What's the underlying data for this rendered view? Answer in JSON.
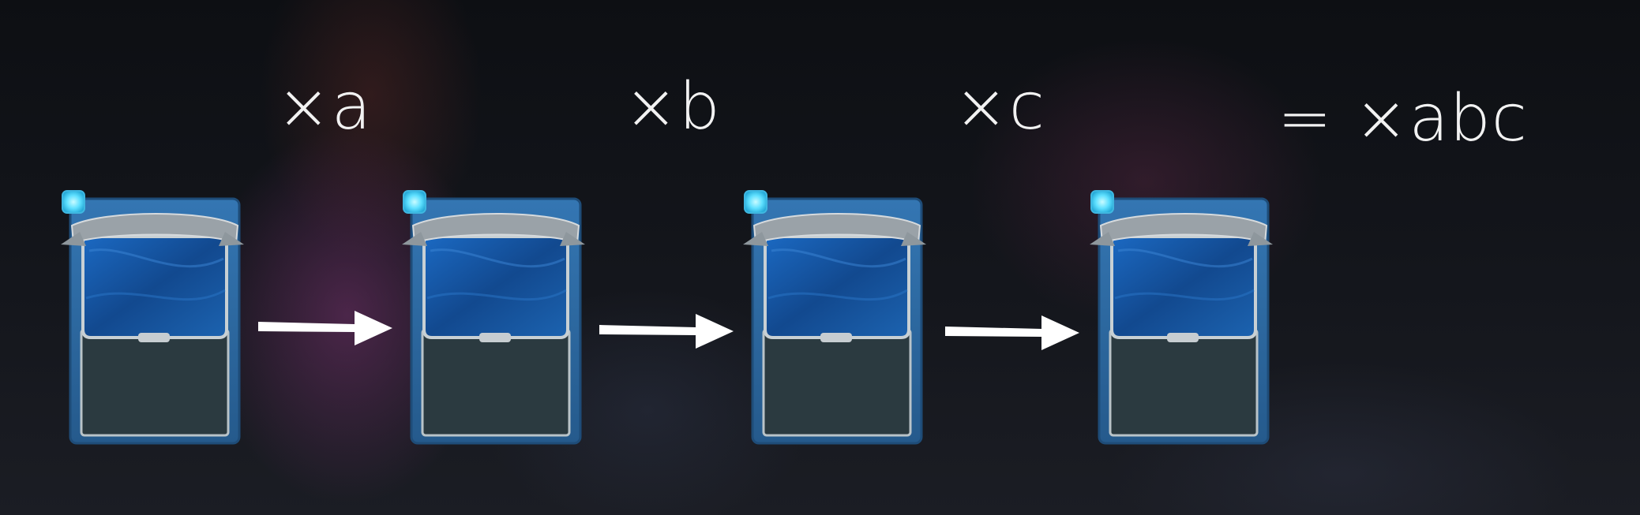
{
  "multipliers": [
    {
      "text": "×a"
    },
    {
      "text": "×b"
    },
    {
      "text": "×c"
    }
  ],
  "result": {
    "text": "= ×abc"
  },
  "cards": [
    {
      "id": "card-1"
    },
    {
      "id": "card-2"
    },
    {
      "id": "card-3"
    },
    {
      "id": "card-4"
    }
  ],
  "colors": {
    "card_frame": "#2f6aa3",
    "card_art": "#1a5fae",
    "gem": "#6fe7ff",
    "arrow": "#ffffff",
    "text": "#f2f2f2"
  }
}
